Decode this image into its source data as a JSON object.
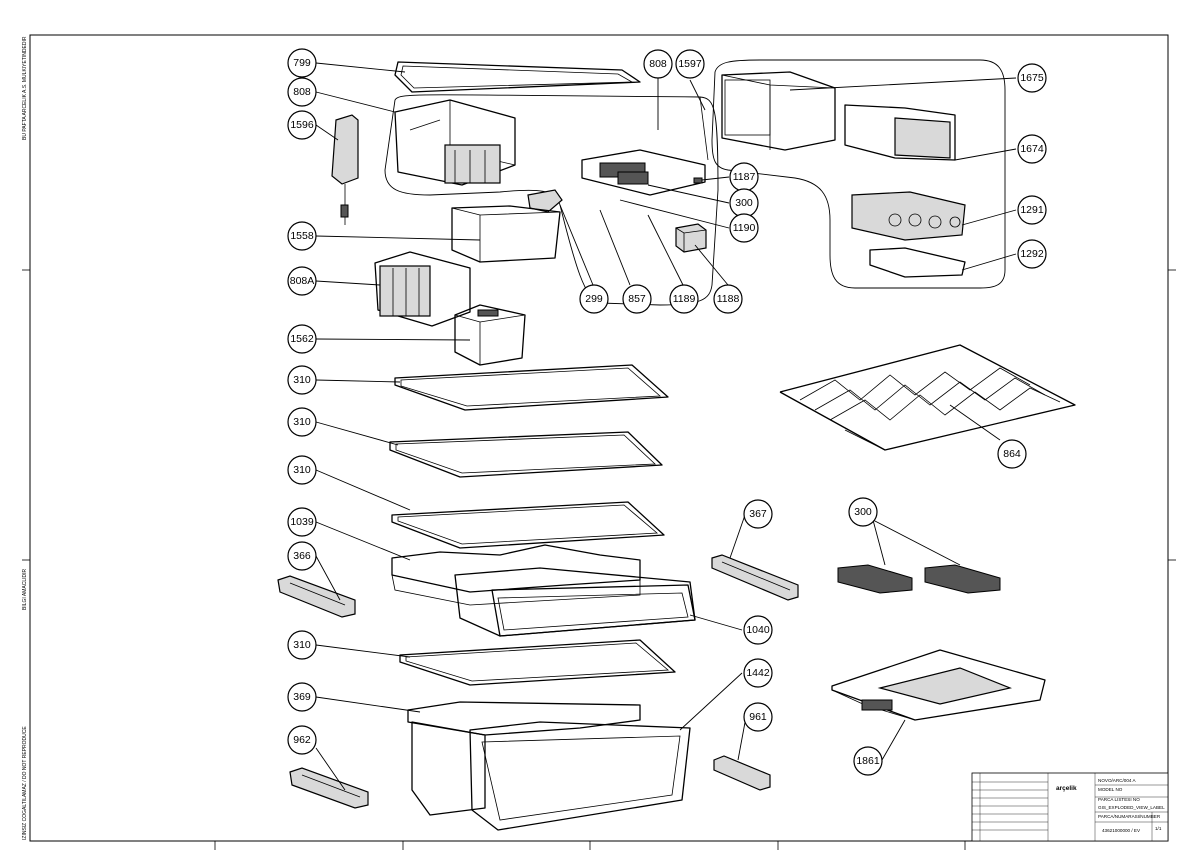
{
  "callouts": [
    {
      "label": "799"
    },
    {
      "label": "808"
    },
    {
      "label": "1596"
    },
    {
      "label": "808"
    },
    {
      "label": "1597"
    },
    {
      "label": "1675"
    },
    {
      "label": "1674"
    },
    {
      "label": "1187"
    },
    {
      "label": "300"
    },
    {
      "label": "1190"
    },
    {
      "label": "1291"
    },
    {
      "label": "1292"
    },
    {
      "label": "1558"
    },
    {
      "label": "808A"
    },
    {
      "label": "299"
    },
    {
      "label": "857"
    },
    {
      "label": "1189"
    },
    {
      "label": "1188"
    },
    {
      "label": "1562"
    },
    {
      "label": "310"
    },
    {
      "label": "310"
    },
    {
      "label": "310"
    },
    {
      "label": "864"
    },
    {
      "label": "1039"
    },
    {
      "label": "366"
    },
    {
      "label": "367"
    },
    {
      "label": "300"
    },
    {
      "label": "1040"
    },
    {
      "label": "310"
    },
    {
      "label": "1442"
    },
    {
      "label": "369"
    },
    {
      "label": "961"
    },
    {
      "label": "962"
    },
    {
      "label": "1861"
    }
  ],
  "title_block": {
    "brand": "arçelik",
    "row1": "NOVO/ARC/004 A",
    "row2": "MODEL NO",
    "row3": "PARCA LISTESI NO",
    "row4": "GIS_EXPLODED_VIEW_LABEL",
    "row5": "PARCA/NUMARASI/NUMBER",
    "drawing_no": "43621000000 / EV",
    "sheet": "1/1"
  },
  "margin_notes": {
    "top": "BU PAFTA ARCELIK A.S. MULKIYETINDEDIR",
    "middle": "BILGI AMACLIDIR",
    "bottom": "IZINSIZ COGALTILAMAZ / DO NOT REPRODUCE"
  }
}
